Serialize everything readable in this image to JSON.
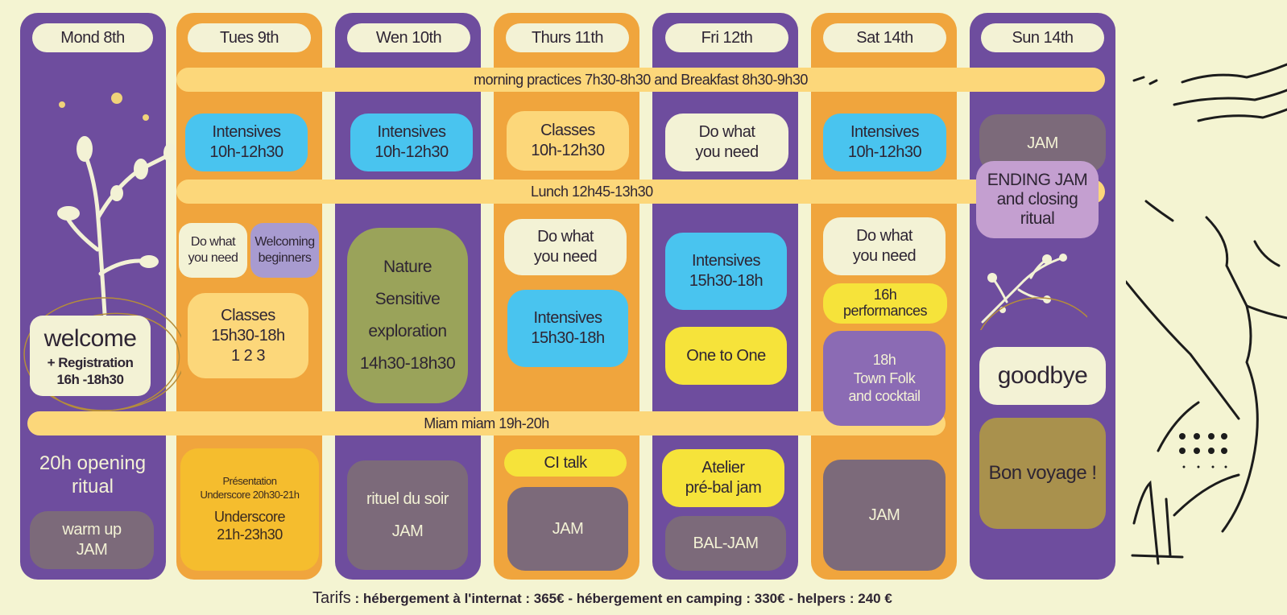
{
  "days": [
    "Mond 8th",
    "Tues 9th",
    "Wen 10th",
    "Thurs 11th",
    "Fri 12th",
    "Sat 14th",
    "Sun 14th"
  ],
  "bands": {
    "morning": "morning practices 7h30-8h30 and Breakfast 8h30-9h30",
    "lunch": "Lunch 12h45-13h30",
    "dinner": "Miam miam 19h-20h"
  },
  "mon": {
    "welcome_title": "welcome",
    "welcome_sub": "+ Registration",
    "welcome_time": "16h -18h30",
    "opening_1": "20h opening",
    "opening_2": "ritual",
    "warmup_1": "warm up",
    "warmup_2": "JAM"
  },
  "tue": {
    "intensives_1": "Intensives",
    "intensives_2": "10h-12h30",
    "dowhat_1": "Do what",
    "dowhat_2": "you need",
    "welcoming_1": "Welcoming",
    "welcoming_2": "beginners",
    "classes_1": "Classes",
    "classes_2": "15h30-18h",
    "classes_3": "1 2 3",
    "pres_1": "Présentation",
    "pres_2": "Underscore 20h30-21h",
    "under_1": "Underscore",
    "under_2": "21h-23h30"
  },
  "wed": {
    "intensives_1": "Intensives",
    "intensives_2": "10h-12h30",
    "nature_1": "Nature",
    "nature_2": "Sensitive",
    "nature_3": "exploration",
    "nature_4": "14h30-18h30",
    "rituel_1": "rituel du soir",
    "rituel_2": "JAM"
  },
  "thu": {
    "classes_1": "Classes",
    "classes_2": "10h-12h30",
    "dowhat_1": "Do what",
    "dowhat_2": "you need",
    "intensives_1": "Intensives",
    "intensives_2": "15h30-18h",
    "citalk": "CI talk",
    "jam": "JAM"
  },
  "fri": {
    "dowhat_1": "Do what",
    "dowhat_2": "you need",
    "intensives_1": "Intensives",
    "intensives_2": "15h30-18h",
    "onetoone": "One to One",
    "atelier_1": "Atelier",
    "atelier_2": "pré-bal jam",
    "baljam": "BAL-JAM"
  },
  "sat": {
    "intensives_1": "Intensives",
    "intensives_2": "10h-12h30",
    "dowhat_1": "Do what",
    "dowhat_2": "you need",
    "perf_1": "16h",
    "perf_2": "performances",
    "town_1": "18h",
    "town_2": "Town Folk",
    "town_3": "and cocktail",
    "jam": "JAM"
  },
  "sun": {
    "jam": "JAM",
    "ending_1": "ENDING JAM",
    "ending_2": "and closing",
    "ending_3": "ritual",
    "goodbye": "goodbye",
    "bon": "Bon voyage !"
  },
  "tarifs": {
    "label": "Tarifs",
    "text": ": hébergement à l'internat : 365€ -  hébergement en camping : 330€ - helpers : 240 €"
  },
  "colors": {
    "purple": "#6e4d9e",
    "orange": "#f0a53d",
    "band": "#fcd77a",
    "blue": "#49c4ef",
    "background": "#f4f4d2"
  }
}
